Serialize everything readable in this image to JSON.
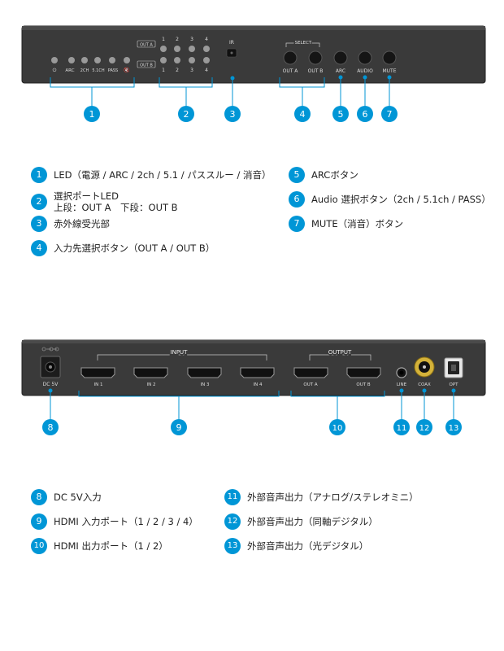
{
  "front": {
    "out_a": "OUT A",
    "out_b": "OUT B",
    "col_top": [
      "1",
      "2",
      "3",
      "4"
    ],
    "col_bottom": [
      "1",
      "2",
      "3",
      "4"
    ],
    "ir": "IR",
    "select": "SELECT",
    "led_labels": [
      "⏻",
      "ARC",
      "2CH",
      "5.1CH",
      "PASS",
      "🔇"
    ],
    "buttons": [
      "OUT A",
      "OUT B",
      "ARC",
      "AUDIO",
      "MUTE"
    ],
    "markers": [
      "1",
      "2",
      "3",
      "4",
      "5",
      "6",
      "7"
    ]
  },
  "front_legend": {
    "l1": {
      "n": "1",
      "text": "LED（電源 / ARC / 2ch / 5.1 / パススルー / 消音）"
    },
    "l2": {
      "n": "2",
      "text": "選択ポートLED\n上段：OUT A　下段：OUT B"
    },
    "l3": {
      "n": "3",
      "text": "赤外線受光部"
    },
    "l4": {
      "n": "4",
      "text": "入力先選択ボタン（OUT A / OUT B）"
    },
    "l5": {
      "n": "5",
      "text": "ARCボタン"
    },
    "l6": {
      "n": "6",
      "text": "Audio 選択ボタン（2ch / 5.1ch / PASS）"
    },
    "l7": {
      "n": "7",
      "text": "MUTE（消音）ボタン"
    }
  },
  "rear": {
    "dc": "DC 5V",
    "input": "INPUT",
    "output": "OUTPUT",
    "ins": [
      "IN 1",
      "IN 2",
      "IN 3",
      "IN 4"
    ],
    "outs": [
      "OUT A",
      "OUT B"
    ],
    "line": "LINE",
    "coax": "COAX",
    "opt": "OPT",
    "markers": [
      "8",
      "9",
      "10",
      "11",
      "12",
      "13"
    ]
  },
  "rear_legend": {
    "l8": {
      "n": "8",
      "text": "DC 5V入力"
    },
    "l9": {
      "n": "9",
      "text": "HDMI 入力ポート（1 / 2 / 3 / 4）"
    },
    "l10": {
      "n": "10",
      "text": "HDMI 出力ポート（1 / 2）"
    },
    "l11": {
      "n": "11",
      "text": "外部音声出力（アナログ/ステレオミニ）"
    },
    "l12": {
      "n": "12",
      "text": "外部音声出力（同軸デジタル）"
    },
    "l13": {
      "n": "13",
      "text": "外部音声出力（光デジタル）"
    }
  },
  "colors": {
    "accent": "#0096d6",
    "panel": "#3c3c3c",
    "panel_dark": "#2a2a2a",
    "led": "#9a9a9a"
  }
}
